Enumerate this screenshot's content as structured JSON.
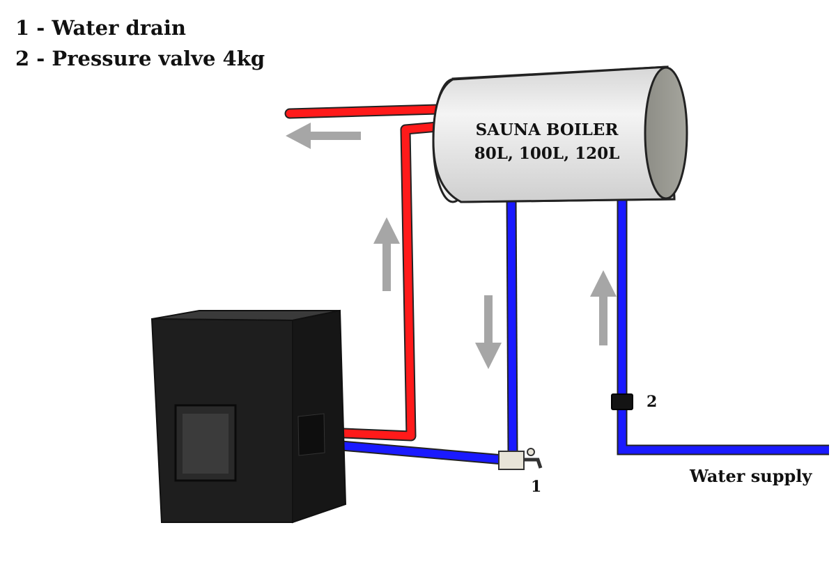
{
  "legend": {
    "item1": "1 - Water drain",
    "item2": "2 - Pressure valve 4kg"
  },
  "boiler": {
    "line1": "SAUNA BOILER",
    "line2": "80L, 100L, 120L"
  },
  "labels": {
    "drain_number": "1",
    "valve_number": "2",
    "water_supply": "Water supply"
  },
  "colors": {
    "hot_pipe": "#ff1a1a",
    "cold_pipe": "#1a1aff",
    "arrow": "#a6a6a6",
    "stove": "#1e1e1e",
    "boiler_body": "#e6e6e6"
  }
}
